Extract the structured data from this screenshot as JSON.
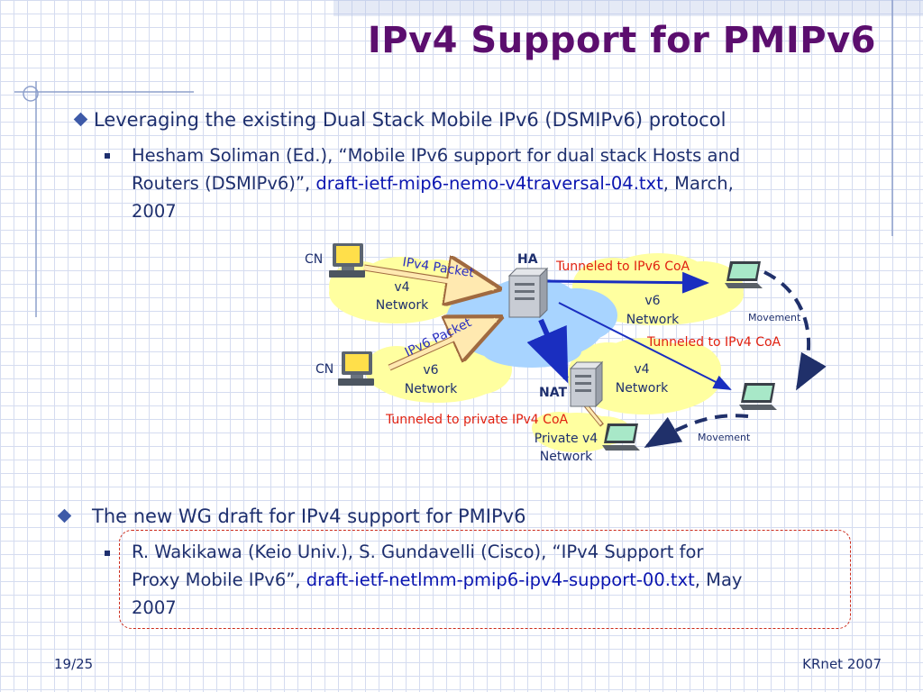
{
  "title": "IPv4 Support for PMIPv6",
  "bullets": {
    "b1": "Leveraging the existing Dual Stack Mobile IPv6 (DSMIPv6) protocol",
    "b1_sub": {
      "line1": "Hesham Soliman (Ed.), “Mobile IPv6 support for dual stack Hosts and",
      "line2_a": "Routers (DSMIPv6)”, ",
      "line2_link": "draft-ietf-mip6-nemo-v4traversal-04.txt",
      "line2_b": ", March,",
      "line3": "2007"
    },
    "b2": "The new WG draft for IPv4 support for PMIPv6",
    "b2_sub": {
      "line1": "R. Wakikawa (Keio Univ.), S. Gundavelli (Cisco), “IPv4 Support for",
      "line2_a": "Proxy Mobile IPv6”, ",
      "line2_link": "draft-ietf-netlmm-pmip6-ipv4-support-00.txt",
      "line2_b": ", May",
      "line3": "2007"
    }
  },
  "diagram": {
    "cn_top": "CN",
    "cn_bottom": "CN",
    "ha": "HA",
    "nat": "NAT",
    "pkt_v4": "IPv4 Packet",
    "pkt_v6": "IPv6 Packet",
    "tun_v6": "Tunneled to IPv6 CoA",
    "tun_v4": "Tunneled to IPv4 CoA",
    "tun_private": "Tunneled to private IPv4 CoA",
    "net_v4_left_1": "v4",
    "net_v4_left_2": "Network",
    "net_v6_left_1": "v6",
    "net_v6_left_2": "Network",
    "net_v6_right_1": "v6",
    "net_v6_right_2": "Network",
    "net_v4_right_1": "v4",
    "net_v4_right_2": "Network",
    "net_private_1": "Private v4",
    "net_private_2": "Network",
    "movement_1": "Movement",
    "movement_2": "Movement"
  },
  "footer": {
    "left": "19/25",
    "right": "KRnet 2007"
  },
  "colors": {
    "title": "#5b0e6e",
    "body_text": "#1e2f6e",
    "link": "#0a15b0",
    "tunnel_label": "#e02010",
    "cloud_yellow": "#ffffa0",
    "cloud_blue": "#a8d4ff",
    "arrow_blue": "#1a2ec0",
    "movement_dash": "#20306a"
  }
}
